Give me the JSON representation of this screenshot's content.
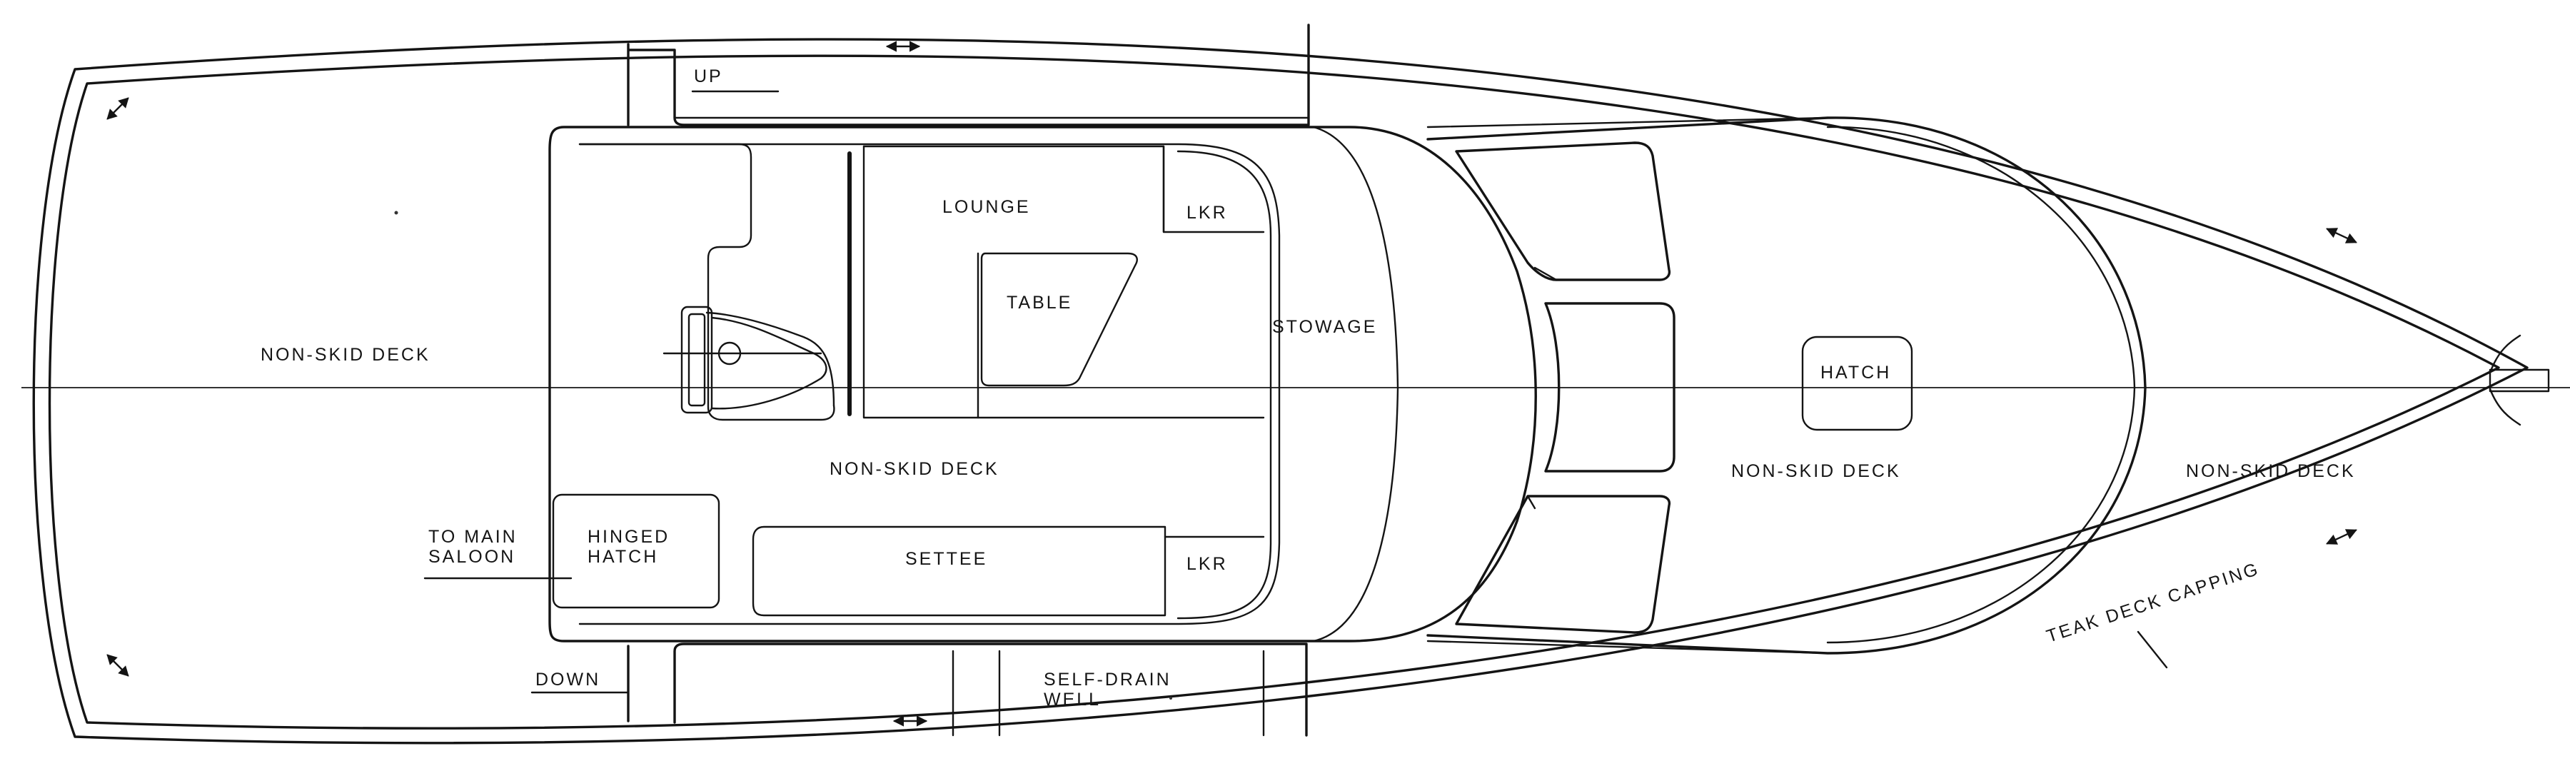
{
  "labels": {
    "up": "UP",
    "down": "DOWN",
    "lounge": "LOUNGE",
    "lkr_upper": "LKR",
    "lkr_lower": "LKR",
    "table": "TABLE",
    "stowage": "STOWAGE",
    "non_skid_aft": "NON-SKID DECK",
    "non_skid_cockpit": "NON-SKID DECK",
    "non_skid_fore": "NON-SKID DECK",
    "non_skid_bow": "NON-SKID DECK",
    "hatch": "HATCH",
    "hinged_hatch_line1": "HINGED",
    "hinged_hatch_line2": "HATCH",
    "to_main_line1": "TO MAIN",
    "to_main_line2": "SALOON",
    "settee": "SETTEE",
    "self_drain_line1": "SELF-DRAIN",
    "self_drain_line2": "WELL",
    "teak_capping": "TEAK DECK CAPPING"
  },
  "colors": {
    "ink": "#141414",
    "paper": "#ffffff"
  }
}
